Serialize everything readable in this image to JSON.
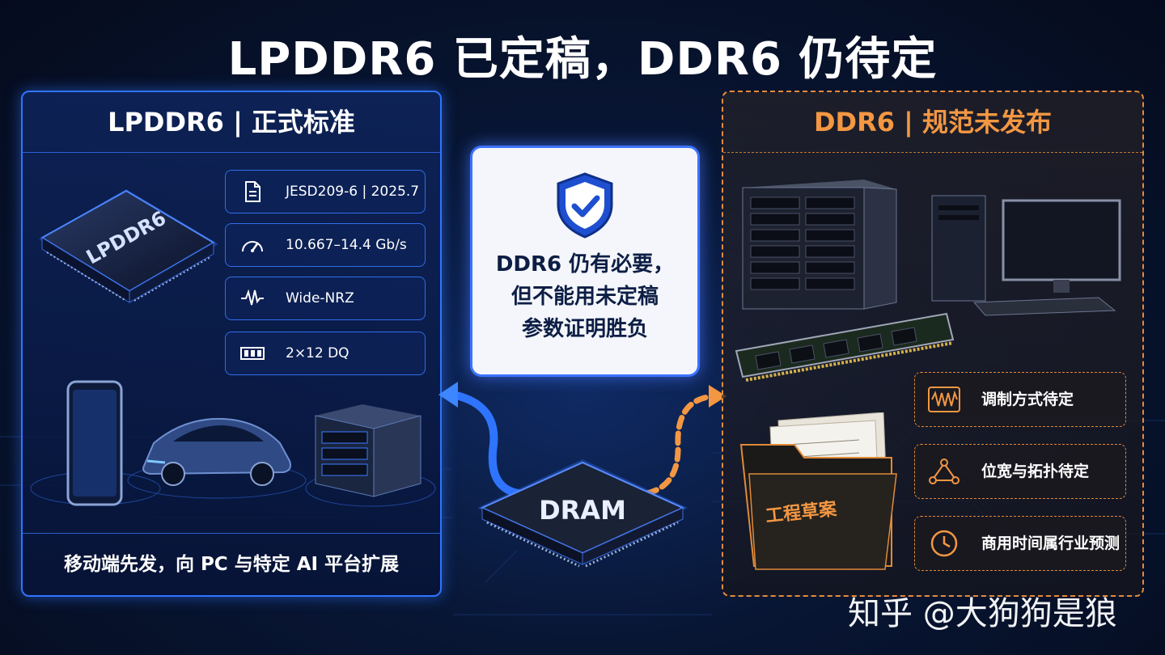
{
  "title": "LPDDR6 已定稿，DDR6 仍待定",
  "left": {
    "header": "LPDDR6 | 正式标准",
    "chip_label": "LPDDR6",
    "specs": [
      {
        "icon": "document-icon",
        "text": "JESD209-6 | 2025.7"
      },
      {
        "icon": "speedometer-icon",
        "text": "10.667–14.4 Gb/s"
      },
      {
        "icon": "waveform-icon",
        "text": "Wide-NRZ"
      },
      {
        "icon": "memory-bus-icon",
        "text": "2×12 DQ"
      }
    ],
    "footer": "移动端先发，向 PC 与特定 AI 平台扩展"
  },
  "center": {
    "icon": "shield-check-icon",
    "lines": [
      "DDR6 仍有必要，",
      "但不能用未定稿",
      "参数证明胜负"
    ],
    "dram_label": "DRAM"
  },
  "right": {
    "header": "DDR6 | 规范未发布",
    "folder_label": "工程草案",
    "items": [
      {
        "icon": "modulation-icon",
        "text": "调制方式待定"
      },
      {
        "icon": "topology-icon",
        "text": "位宽与拓扑待定"
      },
      {
        "icon": "clock-icon",
        "text": "商用时间属行业预测"
      }
    ]
  },
  "watermark": "知乎 @大狗狗是狼",
  "colors": {
    "blue_accent": "#2f74ff",
    "orange_accent": "#f39742",
    "background": "#081634"
  }
}
